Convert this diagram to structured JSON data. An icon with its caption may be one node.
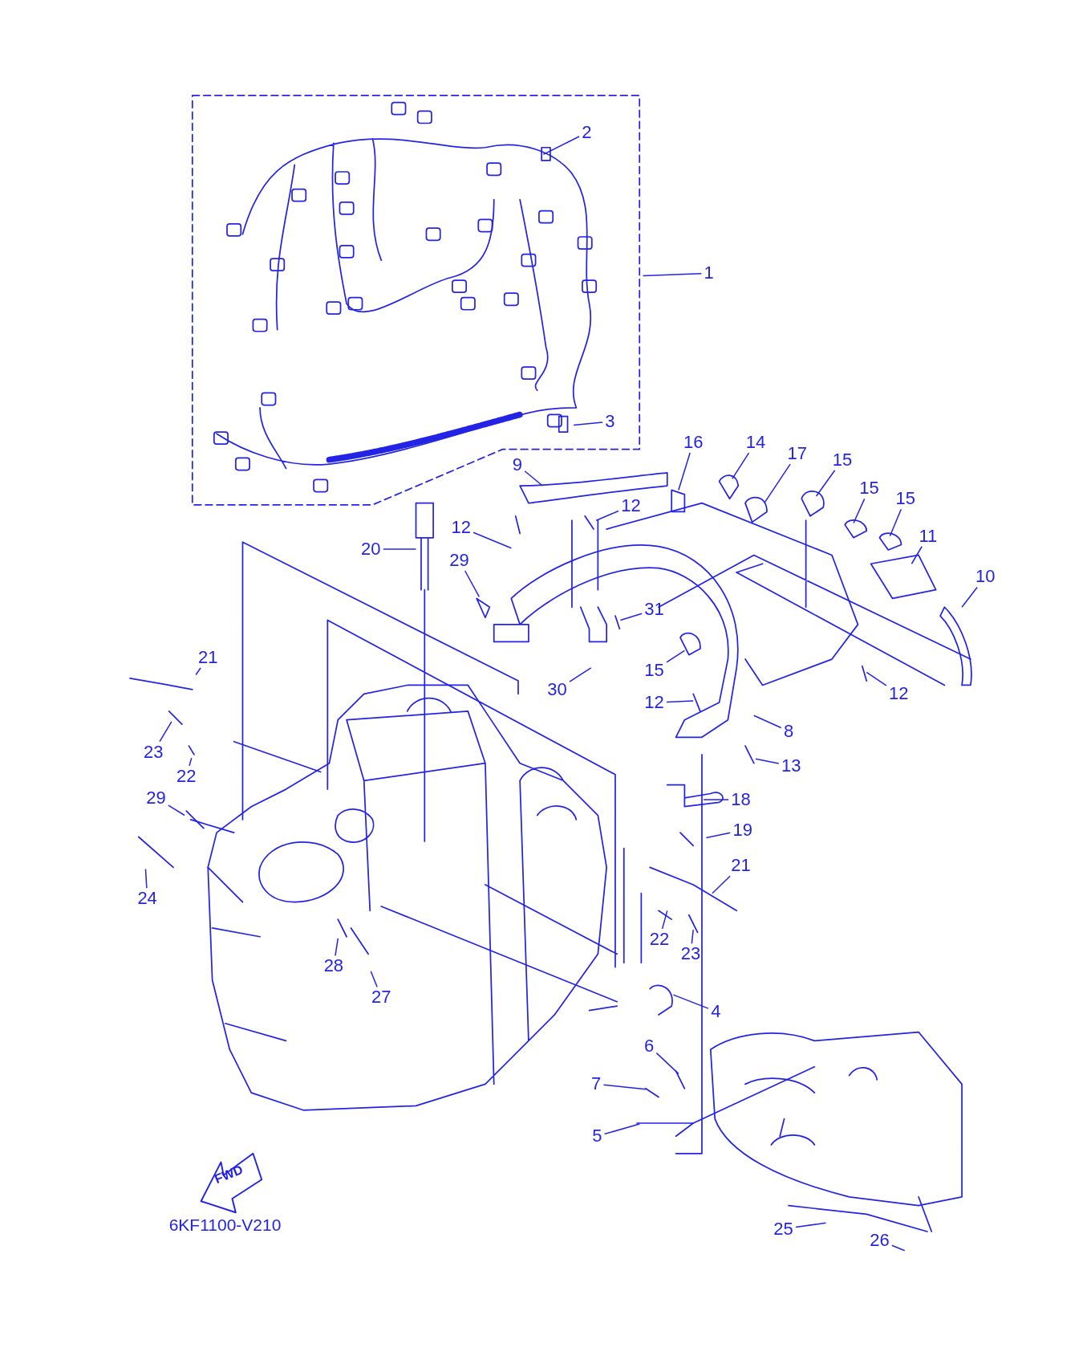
{
  "diagram": {
    "nodes": [
      {
        "text": [
          "2"
        ]
      },
      {
        "text": [
          "1"
        ]
      },
      {
        "text": [
          "3"
        ]
      },
      {
        "text": [
          "16"
        ]
      },
      {
        "text": [
          "14"
        ]
      },
      {
        "text": [
          "17"
        ]
      },
      {
        "text": [
          "15"
        ]
      },
      {
        "text": [
          "9"
        ]
      },
      {
        "text": [
          "15"
        ]
      },
      {
        "text": [
          "15"
        ]
      },
      {
        "text": [
          "12"
        ]
      },
      {
        "text": [
          "12"
        ]
      },
      {
        "text": [
          "11"
        ]
      },
      {
        "text": [
          "20"
        ]
      },
      {
        "text": [
          "29"
        ]
      },
      {
        "text": [
          "10"
        ]
      },
      {
        "text": [
          "31"
        ]
      },
      {
        "text": [
          "21"
        ]
      },
      {
        "text": [
          "15"
        ]
      },
      {
        "text": [
          "30"
        ]
      },
      {
        "text": [
          "12"
        ]
      },
      {
        "text": [
          "12"
        ]
      },
      {
        "text": [
          "8"
        ]
      },
      {
        "text": [
          "23"
        ]
      },
      {
        "text": [
          "13"
        ]
      },
      {
        "text": [
          "22"
        ]
      },
      {
        "text": [
          "29"
        ]
      },
      {
        "text": [
          "18"
        ]
      },
      {
        "text": [
          "19"
        ]
      },
      {
        "text": [
          "21"
        ]
      },
      {
        "text": [
          "24"
        ]
      },
      {
        "text": [
          "22"
        ]
      },
      {
        "text": [
          "23"
        ]
      },
      {
        "text": [
          "28"
        ]
      },
      {
        "text": [
          "27"
        ]
      },
      {
        "text": [
          "4"
        ]
      },
      {
        "text": [
          "6"
        ]
      },
      {
        "text": [
          "7"
        ]
      },
      {
        "text": [
          "5"
        ]
      },
      {
        "text": [
          "25"
        ]
      },
      {
        "text": [
          "26"
        ]
      }
    ],
    "edges": [
      {
        "from": 0,
        "to": null,
        "arrow": "none"
      },
      {
        "from": 1,
        "to": null,
        "arrow": "none"
      },
      {
        "from": 2,
        "to": null,
        "arrow": "none"
      },
      {
        "from": 3,
        "to": null,
        "arrow": "none"
      },
      {
        "from": 4,
        "to": null,
        "arrow": "none"
      },
      {
        "from": 5,
        "to": null,
        "arrow": "none"
      },
      {
        "from": 6,
        "to": null,
        "arrow": "none"
      },
      {
        "from": 7,
        "to": null,
        "arrow": "none"
      },
      {
        "from": 8,
        "to": null,
        "arrow": "none"
      },
      {
        "from": 9,
        "to": null,
        "arrow": "none"
      },
      {
        "from": 10,
        "to": null,
        "arrow": "none"
      },
      {
        "from": 11,
        "to": null,
        "arrow": "none"
      },
      {
        "from": 12,
        "to": null,
        "arrow": "none"
      },
      {
        "from": 13,
        "to": null,
        "arrow": "none"
      },
      {
        "from": 14,
        "to": null,
        "arrow": "none"
      },
      {
        "from": 15,
        "to": null,
        "arrow": "none"
      },
      {
        "from": 16,
        "to": null,
        "arrow": "none"
      },
      {
        "from": 17,
        "to": null,
        "arrow": "none"
      },
      {
        "from": 18,
        "to": null,
        "arrow": "none"
      },
      {
        "from": 19,
        "to": null,
        "arrow": "none"
      },
      {
        "from": 20,
        "to": null,
        "arrow": "none"
      },
      {
        "from": 21,
        "to": null,
        "arrow": "none"
      },
      {
        "from": 22,
        "to": null,
        "arrow": "none"
      },
      {
        "from": 23,
        "to": null,
        "arrow": "none"
      },
      {
        "from": 24,
        "to": null,
        "arrow": "none"
      },
      {
        "from": 25,
        "to": null,
        "arrow": "none"
      },
      {
        "from": 26,
        "to": null,
        "arrow": "none"
      },
      {
        "from": 27,
        "to": null,
        "arrow": "none"
      },
      {
        "from": 28,
        "to": null,
        "arrow": "none"
      },
      {
        "from": 29,
        "to": null,
        "arrow": "none"
      },
      {
        "from": 30,
        "to": null,
        "arrow": "none"
      },
      {
        "from": 31,
        "to": null,
        "arrow": "none"
      },
      {
        "from": 32,
        "to": null,
        "arrow": "none"
      },
      {
        "from": 33,
        "to": null,
        "arrow": "none"
      },
      {
        "from": 34,
        "to": null,
        "arrow": "none"
      },
      {
        "from": 35,
        "to": null,
        "arrow": "none"
      },
      {
        "from": 36,
        "to": null,
        "arrow": "none"
      },
      {
        "from": 37,
        "to": null,
        "arrow": "none"
      },
      {
        "from": 38,
        "to": null,
        "arrow": "none"
      },
      {
        "from": 39,
        "to": null,
        "arrow": "none"
      },
      {
        "from": 40,
        "to": null,
        "arrow": "none"
      }
    ],
    "labels": [
      "FWD",
      "6KF1100-V210"
    ]
  }
}
